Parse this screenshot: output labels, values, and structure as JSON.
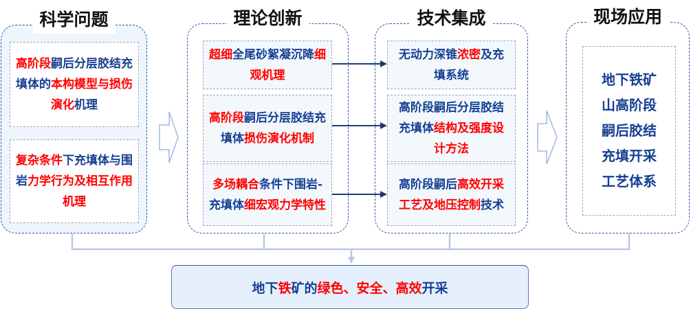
{
  "colors": {
    "emphasis_red": "#ff0000",
    "text_blue": "#163f92",
    "title_black": "#111111",
    "group_border": "#2f55a5",
    "connector_light": "#b8c8e6",
    "arrow_dark": "#1f3a6e"
  },
  "columns": [
    {
      "title": "科学问题",
      "items": [
        {
          "segments": [
            {
              "text": "高阶段",
              "style": "red"
            },
            {
              "text": "嗣后分层胶结充填体的",
              "style": "blue"
            },
            {
              "text": "本构模型与损伤演化",
              "style": "red"
            },
            {
              "text": "机理",
              "style": "blue"
            }
          ]
        },
        {
          "segments": [
            {
              "text": "复杂条件",
              "style": "red"
            },
            {
              "text": "下充填体与围岩",
              "style": "blue"
            },
            {
              "text": "力学行为及相互作用机理",
              "style": "red"
            }
          ]
        }
      ]
    },
    {
      "title": "理论创新",
      "items": [
        {
          "segments": [
            {
              "text": "超细",
              "style": "red"
            },
            {
              "text": "全尾砂絮凝沉降",
              "style": "blue"
            },
            {
              "text": "细观机理",
              "style": "red"
            }
          ]
        },
        {
          "segments": [
            {
              "text": "高阶段",
              "style": "red"
            },
            {
              "text": "嗣后分层胶结充填体",
              "style": "blue"
            },
            {
              "text": "损伤演化机制",
              "style": "red"
            }
          ]
        },
        {
          "segments": [
            {
              "text": "多场耦合",
              "style": "red"
            },
            {
              "text": "条件下围岩-充填体",
              "style": "blue"
            },
            {
              "text": "细宏观力学特性",
              "style": "red"
            }
          ]
        }
      ]
    },
    {
      "title": "技术集成",
      "items": [
        {
          "segments": [
            {
              "text": "无动力深锥",
              "style": "blue"
            },
            {
              "text": "浓密",
              "style": "red"
            },
            {
              "text": "及充填系统",
              "style": "blue"
            }
          ]
        },
        {
          "segments": [
            {
              "text": "高阶段嗣后分层胶结充填体",
              "style": "blue"
            },
            {
              "text": "结构及强度设计方法",
              "style": "red"
            }
          ]
        },
        {
          "segments": [
            {
              "text": "高阶段嗣后",
              "style": "blue"
            },
            {
              "text": "高效开采工艺及地压控制",
              "style": "red"
            },
            {
              "text": "技术",
              "style": "blue"
            }
          ]
        }
      ]
    },
    {
      "title": "现场应用",
      "lines": [
        "地下铁矿",
        "山高阶段",
        "嗣后胶结",
        "充填开采",
        "工艺体系"
      ]
    }
  ],
  "goal": {
    "segments": [
      {
        "text": "地下",
        "style": "blue"
      },
      {
        "text": "铁",
        "style": "red"
      },
      {
        "text": "矿的",
        "style": "blue"
      },
      {
        "text": "绿色、安全、高效",
        "style": "red"
      },
      {
        "text": "开采",
        "style": "blue"
      }
    ]
  },
  "icons": {
    "flow_arrow": "hollow-right-arrow-icon",
    "link_arrow": "right-arrow-icon",
    "down_arrow": "down-arrow-icon"
  }
}
